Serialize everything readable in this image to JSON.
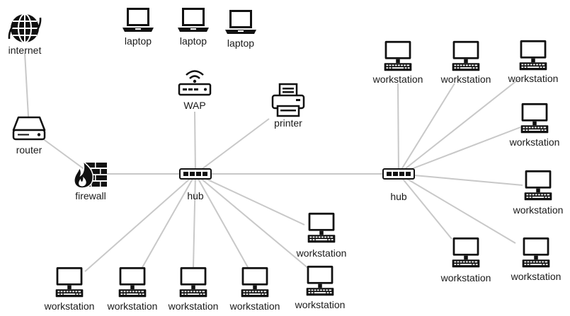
{
  "diagram": {
    "colors": {
      "icon": "#111111",
      "link": "#c8c8c8",
      "background": "#ffffff",
      "text": "#1a1a1a"
    },
    "nodes": [
      {
        "id": "internet",
        "kind": "globe-icon",
        "label": "internet"
      },
      {
        "id": "router",
        "kind": "router-icon",
        "label": "router"
      },
      {
        "id": "firewall",
        "kind": "firewall-icon",
        "label": "firewall"
      },
      {
        "id": "laptop1",
        "kind": "laptop-icon",
        "label": "laptop"
      },
      {
        "id": "laptop2",
        "kind": "laptop-icon",
        "label": "laptop"
      },
      {
        "id": "laptop3",
        "kind": "laptop-icon",
        "label": "laptop"
      },
      {
        "id": "wap",
        "kind": "wireless-access-point-icon",
        "label": "WAP"
      },
      {
        "id": "printer",
        "kind": "printer-icon",
        "label": "printer"
      },
      {
        "id": "hub1",
        "kind": "hub-icon",
        "label": "hub"
      },
      {
        "id": "hub2",
        "kind": "hub-icon",
        "label": "hub"
      },
      {
        "id": "ws-b1",
        "kind": "workstation-icon",
        "label": "workstation"
      },
      {
        "id": "ws-b2",
        "kind": "workstation-icon",
        "label": "workstation"
      },
      {
        "id": "ws-b3",
        "kind": "workstation-icon",
        "label": "workstation"
      },
      {
        "id": "ws-b4",
        "kind": "workstation-icon",
        "label": "workstation"
      },
      {
        "id": "ws-b5",
        "kind": "workstation-icon",
        "label": "workstation"
      },
      {
        "id": "ws-m",
        "kind": "workstation-icon",
        "label": "workstation"
      },
      {
        "id": "ws-t1",
        "kind": "workstation-icon",
        "label": "workstation"
      },
      {
        "id": "ws-t2",
        "kind": "workstation-icon",
        "label": "workstation"
      },
      {
        "id": "ws-t3",
        "kind": "workstation-icon",
        "label": "workstation"
      },
      {
        "id": "ws-r1",
        "kind": "workstation-icon",
        "label": "workstation"
      },
      {
        "id": "ws-r2",
        "kind": "workstation-icon",
        "label": "workstation"
      },
      {
        "id": "ws-br1",
        "kind": "workstation-icon",
        "label": "workstation"
      },
      {
        "id": "ws-br2",
        "kind": "workstation-icon",
        "label": "workstation"
      }
    ],
    "links": [
      [
        "internet",
        "router"
      ],
      [
        "router",
        "firewall"
      ],
      [
        "firewall",
        "hub1"
      ],
      [
        "wap",
        "hub1"
      ],
      [
        "printer",
        "hub1"
      ],
      [
        "hub1",
        "hub2"
      ],
      [
        "hub1",
        "ws-b1"
      ],
      [
        "hub1",
        "ws-b2"
      ],
      [
        "hub1",
        "ws-b3"
      ],
      [
        "hub1",
        "ws-b4"
      ],
      [
        "hub1",
        "ws-b5"
      ],
      [
        "hub1",
        "ws-m"
      ],
      [
        "hub2",
        "ws-t1"
      ],
      [
        "hub2",
        "ws-t2"
      ],
      [
        "hub2",
        "ws-t3"
      ],
      [
        "hub2",
        "ws-r1"
      ],
      [
        "hub2",
        "ws-r2"
      ],
      [
        "hub2",
        "ws-br1"
      ],
      [
        "hub2",
        "ws-br2"
      ]
    ]
  }
}
